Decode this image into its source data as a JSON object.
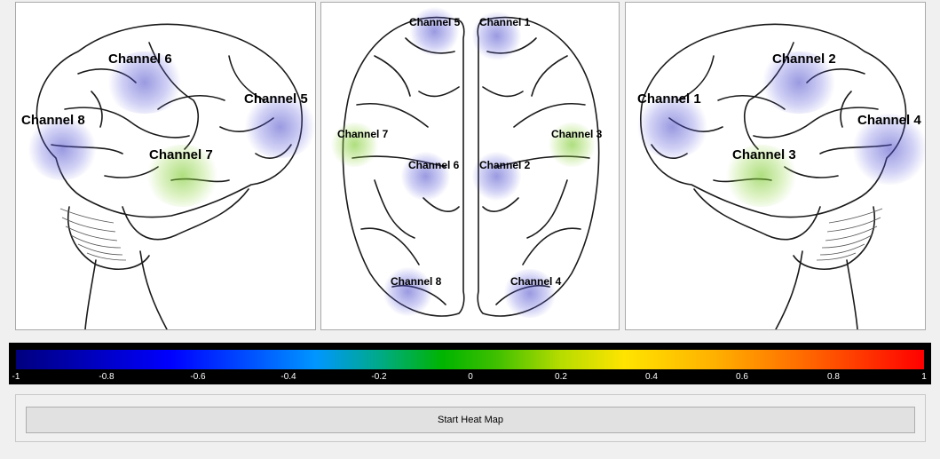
{
  "views": [
    {
      "id": "left-lateral",
      "channels": [
        {
          "label": "Channel 6",
          "color": "blue"
        },
        {
          "label": "Channel 5",
          "color": "blue"
        },
        {
          "label": "Channel 8",
          "color": "blue"
        },
        {
          "label": "Channel 7",
          "color": "green"
        }
      ]
    },
    {
      "id": "top",
      "channels": [
        {
          "label": "Channel 5",
          "color": "blue"
        },
        {
          "label": "Channel 1",
          "color": "blue"
        },
        {
          "label": "Channel 7",
          "color": "green"
        },
        {
          "label": "Channel 3",
          "color": "green"
        },
        {
          "label": "Channel 6",
          "color": "blue"
        },
        {
          "label": "Channel 2",
          "color": "blue"
        },
        {
          "label": "Channel 8",
          "color": "blue"
        },
        {
          "label": "Channel 4",
          "color": "blue"
        }
      ]
    },
    {
      "id": "right-lateral",
      "channels": [
        {
          "label": "Channel 2",
          "color": "blue"
        },
        {
          "label": "Channel 1",
          "color": "blue"
        },
        {
          "label": "Channel 4",
          "color": "blue"
        },
        {
          "label": "Channel 3",
          "color": "green"
        }
      ]
    }
  ],
  "colorbar": {
    "min": -1,
    "max": 1,
    "ticks": [
      "-1",
      "-0.8",
      "-0.6",
      "-0.4",
      "-0.2",
      "0",
      "0.2",
      "0.4",
      "0.6",
      "0.8",
      "1"
    ],
    "colors": [
      "#00007f",
      "#0000ff",
      "#0096ff",
      "#00b400",
      "#ffe400",
      "#ff0000"
    ]
  },
  "controls": {
    "start_label": "Start Heat Map"
  }
}
